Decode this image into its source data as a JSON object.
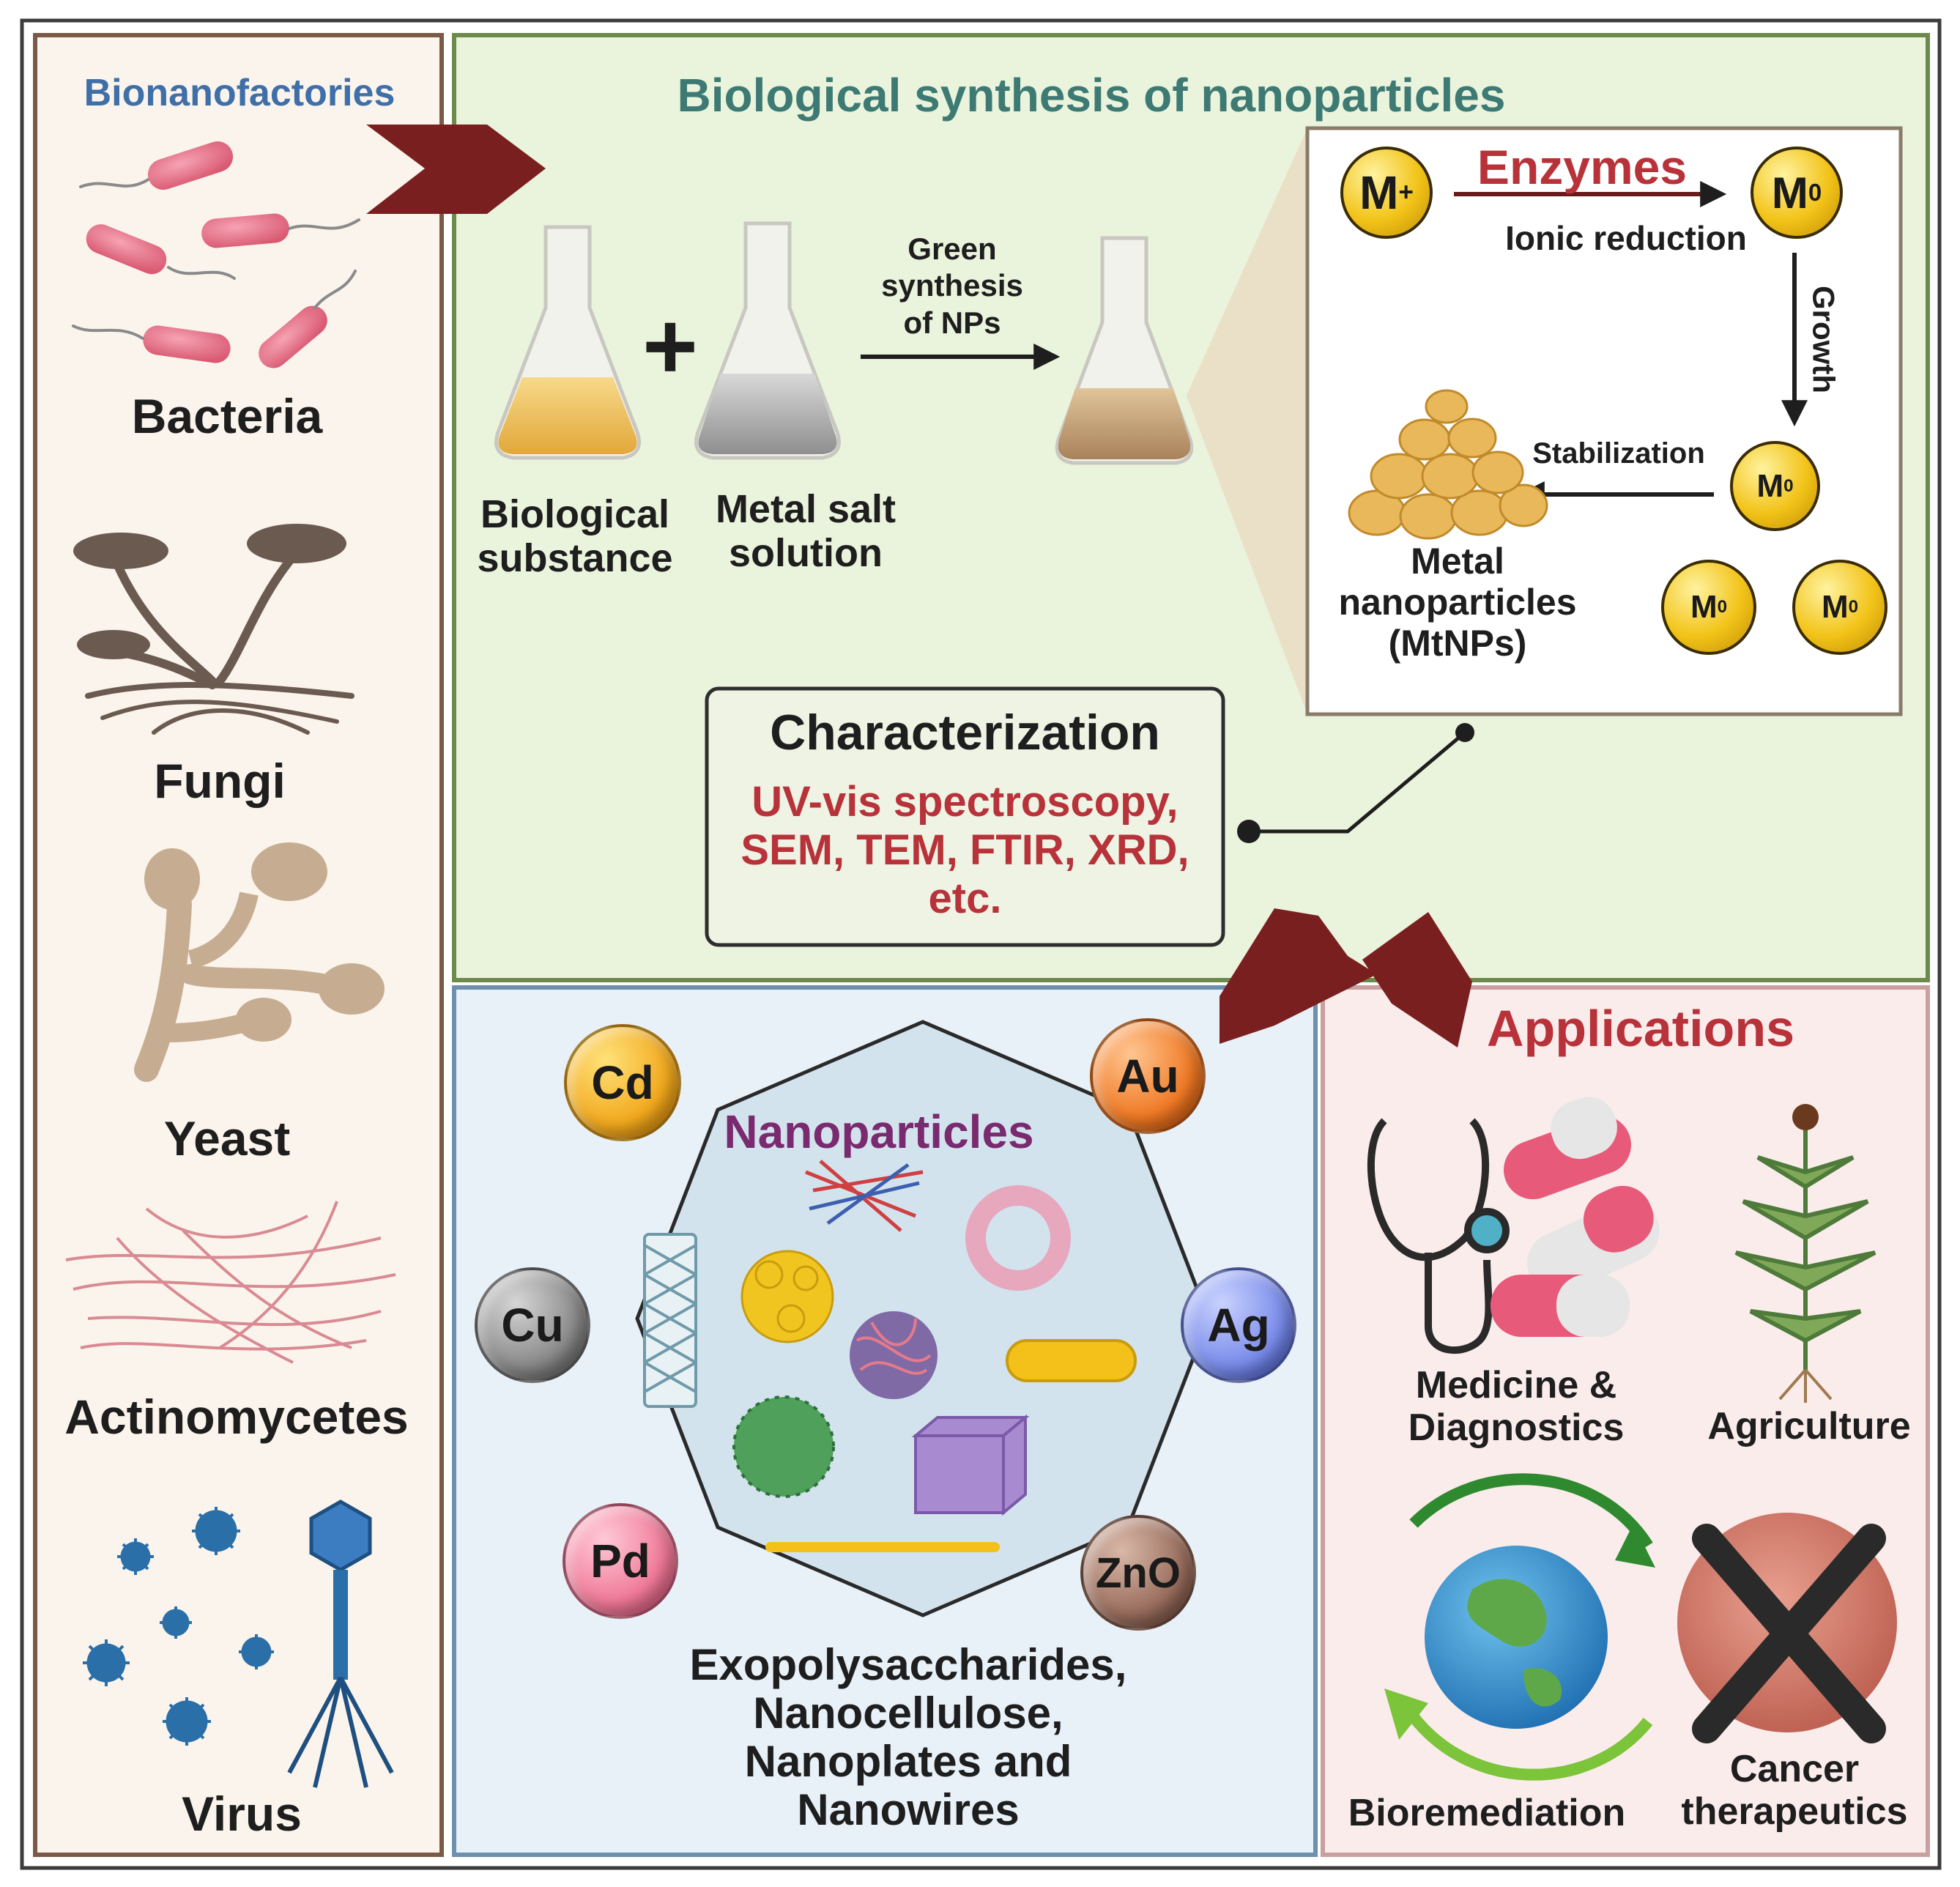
{
  "left_panel": {
    "title": "Bionanofactories",
    "organisms": [
      "Bacteria",
      "Fungi",
      "Yeast",
      "Actinomycetes",
      "Virus"
    ]
  },
  "synthesis": {
    "title": "Biological synthesis of nanoparticles",
    "flask1_label": [
      "Biological",
      "substance"
    ],
    "plus": "+",
    "flask2_label": [
      "Metal salt",
      "solution"
    ],
    "arrow_label": [
      "Green",
      "synthesis",
      "of NPs"
    ],
    "enzymes": {
      "title": "Enzymes",
      "ion_symbol": "M",
      "ion_charge": "+",
      "atom_symbol": "M",
      "atom_charge": "0",
      "reduction": "Ionic reduction",
      "growth": "Growth",
      "stabilization": "Stabilization",
      "product": [
        "Metal",
        "nanoparticles",
        "(MtNPs)"
      ]
    },
    "characterization": {
      "title": "Characterization",
      "methods": [
        "UV-vis spectroscopy,",
        "SEM, TEM, FTIR, XRD,",
        "etc."
      ]
    }
  },
  "nanoparticles": {
    "title": "Nanoparticles",
    "metals": [
      "Cd",
      "Au",
      "Cu",
      "Ag",
      "Pd",
      "ZnO"
    ],
    "caption": [
      "Exopolysaccharides,",
      "Nanocellulose,",
      "Nanoplates and",
      "Nanowires"
    ]
  },
  "applications": {
    "title": "Applications",
    "items": [
      [
        "Medicine &",
        "Diagnostics"
      ],
      [
        "Agriculture"
      ],
      [
        "Bioremediation"
      ],
      [
        "Cancer",
        "therapeutics"
      ]
    ]
  },
  "colors": {
    "left_bg": "#fbf4ec",
    "synthesis_bg": "#eaf3dc",
    "nano_bg": "#e8f0f8",
    "applications_bg": "#fbecec",
    "maroon": "#7a1f1f",
    "title_blue": "#3f6fa8",
    "title_teal": "#3e7a74",
    "red_text": "#b8323a",
    "purple_text": "#7a2a6e"
  }
}
